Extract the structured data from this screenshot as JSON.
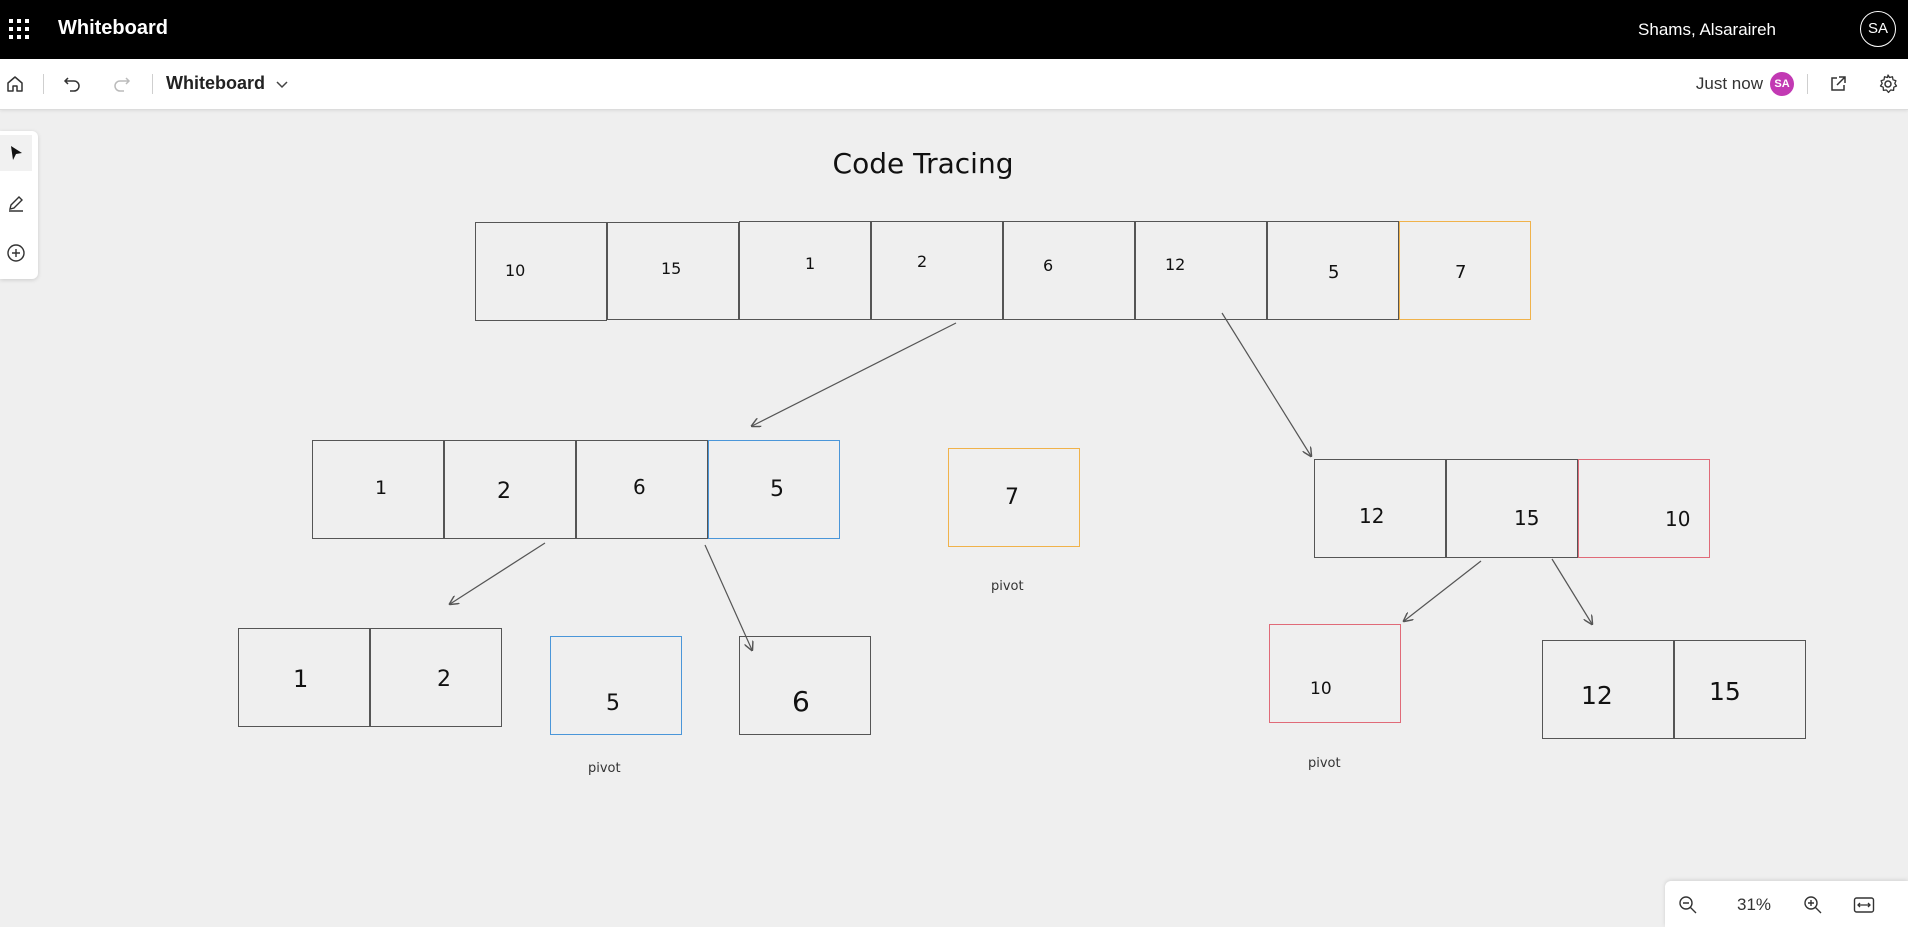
{
  "topbar": {
    "app_title": "Whiteboard",
    "user_name": "Shams, Alsaraireh",
    "user_initials": "SA"
  },
  "toolbar": {
    "board_name": "Whiteboard",
    "save_status": "Just now",
    "avatar_initials": "SA",
    "avatar_color": "#c239b3"
  },
  "palette": {
    "tools": [
      "select-icon",
      "pen-icon",
      "add-icon"
    ]
  },
  "board": {
    "title": "Code Tracing",
    "top_array": [
      "10",
      "15",
      "1",
      "2",
      "6",
      "12",
      "5",
      "7"
    ],
    "left_array": [
      "1",
      "2",
      "6",
      "5"
    ],
    "center_pivot": "7",
    "right_array": [
      "12",
      "15",
      "10"
    ],
    "left_bottom_array": [
      "1",
      "2"
    ],
    "left_bottom_pivot": "5",
    "left_bottom_single": "6",
    "right_bottom_pivot": "10",
    "right_bottom_array": [
      "12",
      "15"
    ],
    "pivot_label_center": "pivot",
    "pivot_label_left": "pivot",
    "pivot_label_right": "pivot"
  },
  "colors": {
    "pivot_orange": "#f0b24a",
    "pivot_blue": "#4a96d9",
    "pivot_red": "#e06a78"
  },
  "zoom": {
    "level": "31%"
  }
}
